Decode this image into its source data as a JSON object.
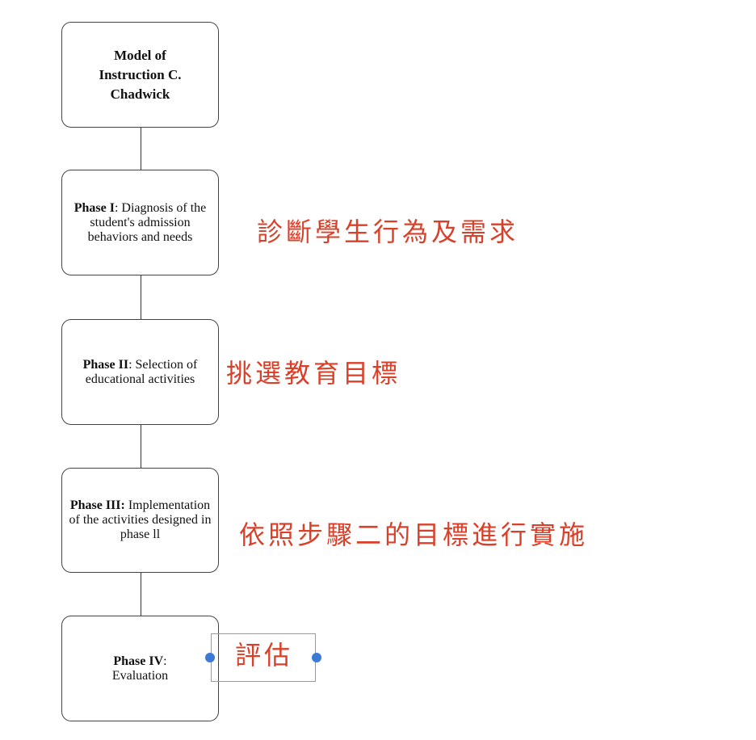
{
  "diagram": {
    "title_box": {
      "line1": "Model of",
      "line2": "Instruction  C.",
      "line3": "Chadwick"
    },
    "phases": [
      {
        "label": "Phase I",
        "separator": ":",
        "text": " Diagnosis of the student's admission behaviors and needs"
      },
      {
        "label": "Phase II",
        "separator": ":",
        "text": " Selection of educational activities"
      },
      {
        "label": "Phase III:",
        "separator": "",
        "text": " Implementation  of the activities designed in phase ll"
      },
      {
        "label": "Phase IV",
        "separator": ":",
        "text": " Evaluation"
      }
    ],
    "annotations": [
      "診斷學生行為及需求",
      "挑選教育目標",
      "依照步驟二的目標進行實施",
      "評估"
    ],
    "colors": {
      "annotation": "#d9402a",
      "selection_handle": "#3b7bd6",
      "box_border": "#444444"
    }
  }
}
